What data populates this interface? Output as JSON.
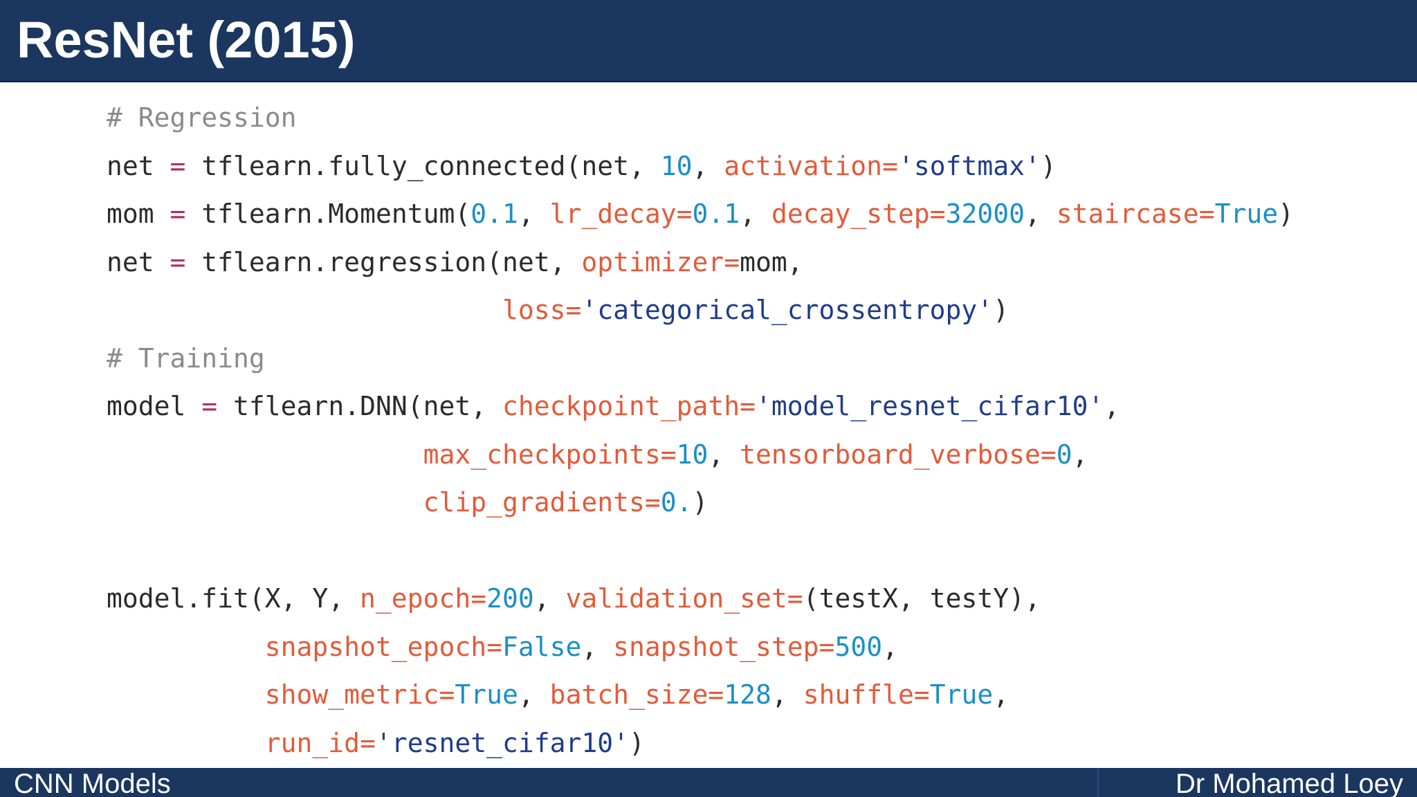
{
  "slide": {
    "title": "ResNet (2015)",
    "footer_left": "CNN Models",
    "footer_right": "Dr Mohamed Loey"
  },
  "colors": {
    "banner": "#1b365f",
    "comment": "#8a8a8a",
    "keyword_arg": "#e35a3a",
    "number": "#1a8fc8",
    "string": "#1f3c8a",
    "operator": "#b0306a",
    "text": "#2b2b2b"
  },
  "code": [
    [
      {
        "t": "# Regression",
        "k": "comment"
      }
    ],
    [
      {
        "t": "net ",
        "k": "plain"
      },
      {
        "t": "=",
        "k": "op"
      },
      {
        "t": " tflearn.fully_connected(net, ",
        "k": "plain"
      },
      {
        "t": "10",
        "k": "num"
      },
      {
        "t": ", ",
        "k": "plain"
      },
      {
        "t": "activation",
        "k": "kw"
      },
      {
        "t": "=",
        "k": "kw"
      },
      {
        "t": "'softmax'",
        "k": "str"
      },
      {
        "t": ")",
        "k": "plain"
      }
    ],
    [
      {
        "t": "mom ",
        "k": "plain"
      },
      {
        "t": "=",
        "k": "op"
      },
      {
        "t": " tflearn.Momentum(",
        "k": "plain"
      },
      {
        "t": "0.1",
        "k": "num"
      },
      {
        "t": ", ",
        "k": "plain"
      },
      {
        "t": "lr_decay",
        "k": "kw"
      },
      {
        "t": "=",
        "k": "kw"
      },
      {
        "t": "0.1",
        "k": "num"
      },
      {
        "t": ", ",
        "k": "plain"
      },
      {
        "t": "decay_step",
        "k": "kw"
      },
      {
        "t": "=",
        "k": "kw"
      },
      {
        "t": "32000",
        "k": "num"
      },
      {
        "t": ", ",
        "k": "plain"
      },
      {
        "t": "staircase",
        "k": "kw"
      },
      {
        "t": "=",
        "k": "kw"
      },
      {
        "t": "True",
        "k": "bool"
      },
      {
        "t": ")",
        "k": "plain"
      }
    ],
    [
      {
        "t": "net ",
        "k": "plain"
      },
      {
        "t": "=",
        "k": "op"
      },
      {
        "t": " tflearn.regression(net, ",
        "k": "plain"
      },
      {
        "t": "optimizer",
        "k": "kw"
      },
      {
        "t": "=",
        "k": "kw"
      },
      {
        "t": "mom,",
        "k": "plain"
      }
    ],
    [
      {
        "t": "                         ",
        "k": "plain"
      },
      {
        "t": "loss",
        "k": "kw"
      },
      {
        "t": "=",
        "k": "kw"
      },
      {
        "t": "'categorical_crossentropy'",
        "k": "str"
      },
      {
        "t": ")",
        "k": "plain"
      }
    ],
    [
      {
        "t": "# Training",
        "k": "comment"
      }
    ],
    [
      {
        "t": "model ",
        "k": "plain"
      },
      {
        "t": "=",
        "k": "op"
      },
      {
        "t": " tflearn.DNN(net, ",
        "k": "plain"
      },
      {
        "t": "checkpoint_path",
        "k": "kw"
      },
      {
        "t": "=",
        "k": "kw"
      },
      {
        "t": "'model_resnet_cifar10'",
        "k": "str"
      },
      {
        "t": ",",
        "k": "plain"
      }
    ],
    [
      {
        "t": "                    ",
        "k": "plain"
      },
      {
        "t": "max_checkpoints",
        "k": "kw"
      },
      {
        "t": "=",
        "k": "kw"
      },
      {
        "t": "10",
        "k": "num"
      },
      {
        "t": ", ",
        "k": "plain"
      },
      {
        "t": "tensorboard_verbose",
        "k": "kw"
      },
      {
        "t": "=",
        "k": "kw"
      },
      {
        "t": "0",
        "k": "num"
      },
      {
        "t": ",",
        "k": "plain"
      }
    ],
    [
      {
        "t": "                    ",
        "k": "plain"
      },
      {
        "t": "clip_gradients",
        "k": "kw"
      },
      {
        "t": "=",
        "k": "kw"
      },
      {
        "t": "0.",
        "k": "num"
      },
      {
        "t": ")",
        "k": "plain"
      }
    ],
    [],
    [
      {
        "t": "model.fit(X, Y, ",
        "k": "plain"
      },
      {
        "t": "n_epoch",
        "k": "kw"
      },
      {
        "t": "=",
        "k": "kw"
      },
      {
        "t": "200",
        "k": "num"
      },
      {
        "t": ", ",
        "k": "plain"
      },
      {
        "t": "validation_set",
        "k": "kw"
      },
      {
        "t": "=",
        "k": "kw"
      },
      {
        "t": "(testX, testY),",
        "k": "plain"
      }
    ],
    [
      {
        "t": "          ",
        "k": "plain"
      },
      {
        "t": "snapshot_epoch",
        "k": "kw"
      },
      {
        "t": "=",
        "k": "kw"
      },
      {
        "t": "False",
        "k": "bool"
      },
      {
        "t": ", ",
        "k": "plain"
      },
      {
        "t": "snapshot_step",
        "k": "kw"
      },
      {
        "t": "=",
        "k": "kw"
      },
      {
        "t": "500",
        "k": "num"
      },
      {
        "t": ",",
        "k": "plain"
      }
    ],
    [
      {
        "t": "          ",
        "k": "plain"
      },
      {
        "t": "show_metric",
        "k": "kw"
      },
      {
        "t": "=",
        "k": "kw"
      },
      {
        "t": "True",
        "k": "bool"
      },
      {
        "t": ", ",
        "k": "plain"
      },
      {
        "t": "batch_size",
        "k": "kw"
      },
      {
        "t": "=",
        "k": "kw"
      },
      {
        "t": "128",
        "k": "num"
      },
      {
        "t": ", ",
        "k": "plain"
      },
      {
        "t": "shuffle",
        "k": "kw"
      },
      {
        "t": "=",
        "k": "kw"
      },
      {
        "t": "True",
        "k": "bool"
      },
      {
        "t": ",",
        "k": "plain"
      }
    ],
    [
      {
        "t": "          ",
        "k": "plain"
      },
      {
        "t": "run_id",
        "k": "kw"
      },
      {
        "t": "=",
        "k": "kw"
      },
      {
        "t": "'resnet_cifar10'",
        "k": "str"
      },
      {
        "t": ")",
        "k": "plain"
      }
    ]
  ]
}
